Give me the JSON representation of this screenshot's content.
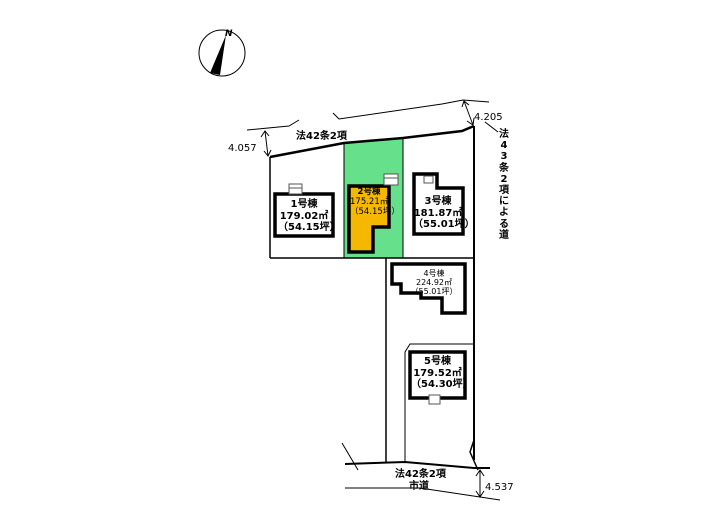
{
  "compass": {
    "label": "N"
  },
  "roads": {
    "north": {
      "label": "法42条2項",
      "width": "4.057"
    },
    "east": {
      "label_chars": [
        "法",
        "4",
        "3",
        "条",
        "2",
        "項",
        "に",
        "よ",
        "る",
        "道"
      ],
      "width": "4.205"
    },
    "south": {
      "label": "法42条2項",
      "sublabel": "市道",
      "width": "4.537"
    }
  },
  "lots": [
    {
      "id": "1",
      "name": "1号棟",
      "area": "179.02㎡",
      "tsubo": "（54.15坪）",
      "highlighted": false
    },
    {
      "id": "2",
      "name": "2号棟",
      "area": "175.21㎡",
      "tsubo": "（54.15坪）",
      "highlighted": true
    },
    {
      "id": "3",
      "name": "3号棟",
      "area": "181.87㎡",
      "tsubo": "（55.01坪）",
      "highlighted": false
    },
    {
      "id": "4",
      "name": "4号棟",
      "area": "224.92㎡",
      "tsubo": "（55.01坪）",
      "highlighted": false
    },
    {
      "id": "5",
      "name": "5号棟",
      "area": "179.52㎡",
      "tsubo": "（54.30坪）",
      "highlighted": false
    }
  ],
  "colors": {
    "highlight_lot": "#66e08a",
    "highlight_building": "#f5b800",
    "line": "#000000"
  }
}
